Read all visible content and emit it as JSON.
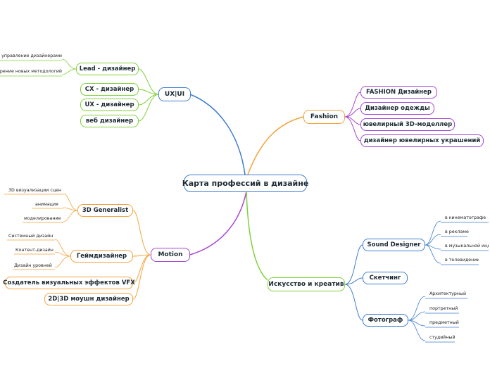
{
  "root": {
    "label": "Карта профессий в дизайне"
  },
  "uxui": {
    "label": "UX|UI",
    "lead": {
      "label": "Lead - дизайнер",
      "children": [
        "управление дизайнерами",
        "Внедрение новых методологий"
      ]
    },
    "children": [
      "CX - дизайнер",
      "UX - дизайнер",
      "веб дизайнер"
    ]
  },
  "fashion": {
    "label": "Fashion",
    "children": [
      "FASHION Дизайнер",
      "Дизайнер одежды",
      "ювелирный 3D-моделлер",
      "дизайнер ювелирных украшений"
    ]
  },
  "motion": {
    "label": "Motion",
    "generalist": {
      "label": "3D Generalist",
      "children": [
        "3D визуализации сцен",
        "анимация",
        "моделирование"
      ]
    },
    "game": {
      "label": "Геймдизайнер",
      "children": [
        "Системный дизайн",
        "Контент-дизайн",
        "Дизайн уровней"
      ]
    },
    "vfx": {
      "label": "Создатель визуальных эффектов VFX"
    },
    "motion2d3d": {
      "label": "2D|3D моушн дизайнер"
    }
  },
  "art": {
    "label": "Искусство и креатив",
    "sound": {
      "label": "Sound Designer",
      "children": [
        "в кинематографе",
        "в рекламе",
        "в музыкальной индустрии",
        "в телевидении"
      ]
    },
    "sketch": {
      "label": "Скетчинг"
    },
    "photo": {
      "label": "Фотограф",
      "children": [
        "Архитектурный",
        "портретный",
        "предметный",
        "студийный"
      ]
    }
  },
  "colors": {
    "uxui": "#3e7dcf",
    "fashion": "#f4a23a",
    "motion": "#a546d4",
    "art": "#7fd039",
    "art_sub": "#3e7dcf",
    "uxui_sub": "#7fd039",
    "motion_sub": "#f4a23a",
    "fashion_sub": "#a546d4"
  }
}
